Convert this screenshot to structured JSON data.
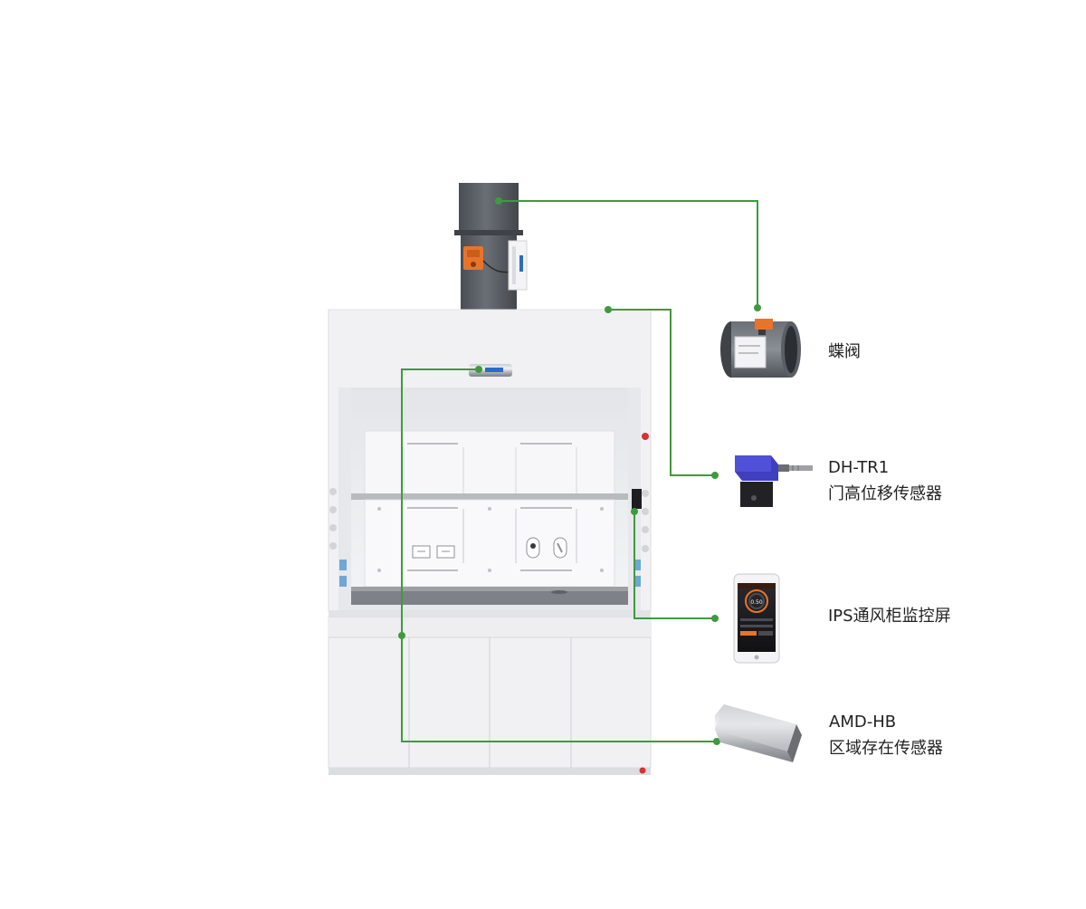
{
  "colors": {
    "connector": "#3f9a3f",
    "cabinet": "#f1f1f3",
    "cabinet_edge": "#d9d9dd",
    "duct": "#5c6066",
    "actuator": "#e8742a",
    "sensor_blue": "#3f3fbf",
    "background": "#ffffff"
  },
  "components": {
    "butterfly_valve": {
      "name": "蝶阀",
      "icon": "butterfly-valve-icon"
    },
    "door_height_sensor": {
      "model": "DH-TR1",
      "name": "门高位移传感器",
      "icon": "displacement-sensor-icon"
    },
    "monitor_screen": {
      "name": "IPS通风柜监控屏",
      "icon": "monitor-screen-icon",
      "screen_value": "0.50"
    },
    "presence_sensor": {
      "model": "AMD-HB",
      "name": "区域存在传感器",
      "icon": "presence-sensor-icon"
    }
  }
}
